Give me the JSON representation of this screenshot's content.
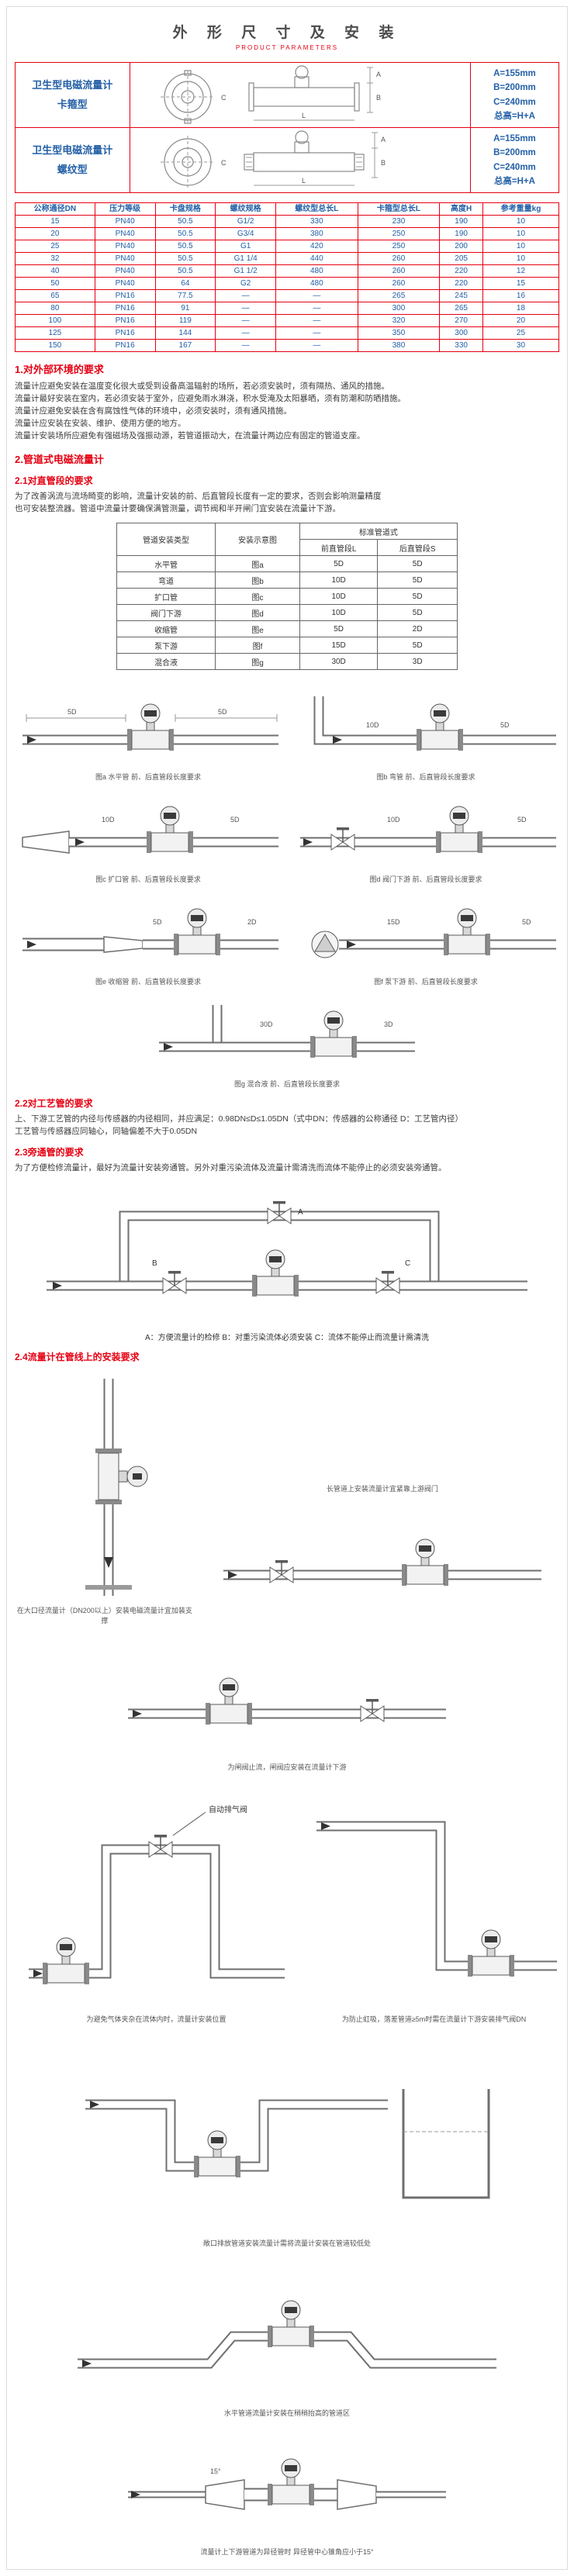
{
  "colors": {
    "accent_red": "#e60012",
    "table_blue": "#2460a7"
  },
  "page": {
    "title": "外 形 尺 寸 及 安 装",
    "subtitle": "PRODUCT PARAMETERS"
  },
  "dim_table": {
    "drawing_labels": [
      "A",
      "B",
      "C",
      "L"
    ],
    "rows": [
      {
        "name": "卫生型电磁流量计",
        "type": "卡箍型",
        "dims": [
          "A=155mm",
          "B=200mm",
          "C=240mm",
          "总高=H+A"
        ]
      },
      {
        "name": "卫生型电磁流量计",
        "type": "螺纹型",
        "dims": [
          "A=155mm",
          "B=200mm",
          "C=240mm",
          "总高=H+A"
        ]
      }
    ]
  },
  "spec_table": {
    "headers": [
      "公称通径DN",
      "压力等级",
      "卡盘规格",
      "螺纹规格",
      "螺纹型总长L",
      "卡箍型总长L",
      "高度H",
      "参考重量kg"
    ],
    "rows": [
      [
        "15",
        "PN40",
        "50.5",
        "G1/2",
        "330",
        "230",
        "190",
        "10"
      ],
      [
        "20",
        "PN40",
        "50.5",
        "G3/4",
        "380",
        "250",
        "190",
        "10"
      ],
      [
        "25",
        "PN40",
        "50.5",
        "G1",
        "420",
        "250",
        "200",
        "10"
      ],
      [
        "32",
        "PN40",
        "50.5",
        "G1 1/4",
        "440",
        "260",
        "205",
        "10"
      ],
      [
        "40",
        "PN40",
        "50.5",
        "G1 1/2",
        "480",
        "260",
        "220",
        "12"
      ],
      [
        "50",
        "PN40",
        "64",
        "G2",
        "480",
        "260",
        "220",
        "15"
      ],
      [
        "65",
        "PN16",
        "77.5",
        "—",
        "—",
        "265",
        "245",
        "16"
      ],
      [
        "80",
        "PN16",
        "91",
        "—",
        "—",
        "300",
        "265",
        "18"
      ],
      [
        "100",
        "PN16",
        "119",
        "—",
        "—",
        "320",
        "270",
        "20"
      ],
      [
        "125",
        "PN16",
        "144",
        "—",
        "—",
        "350",
        "300",
        "25"
      ],
      [
        "150",
        "PN16",
        "167",
        "—",
        "—",
        "380",
        "330",
        "30"
      ]
    ]
  },
  "section1": {
    "heading": "1.对外部环境的要求",
    "paragraphs": [
      "流量计应避免安装在温度变化很大或受到设备高温辐射的场所，若必须安装时，须有隔热、通风的措施。",
      "流量计最好安装在室内，若必须安装于室外，应避免雨水淋浇，积水受淹及太阳暴晒，须有防潮和防晒措施。",
      "流量计应避免安装在含有腐蚀性气体的环境中，必须安装时，须有通风措施。",
      "流量计应安装在安装、维护、使用方便的地方。",
      "流量计安装场所应避免有强磁场及强振动源，若管道振动大，在流量计两边应有固定的管道支座。"
    ]
  },
  "section2": {
    "heading": "2.管道式电磁流量计",
    "s21": {
      "heading": "2.1对直管段的要求",
      "paragraphs": [
        "为了改善涡流与流场畸变的影响，流量计安装的前、后直管段长度有一定的要求，否则会影响测量精度",
        "也可安装整流器。管道中流量计要确保满管测量，调节阀和半开闸门宜安装在流量计下游。"
      ]
    },
    "install_table": {
      "col1": "管道安装类型",
      "col2": "安装示意图",
      "group": "标准管道式",
      "sub1": "前直管段L",
      "sub2": "后直管段S",
      "rows": [
        [
          "水平管",
          "图a",
          "5D",
          "5D"
        ],
        [
          "弯道",
          "图b",
          "10D",
          "5D"
        ],
        [
          "扩口管",
          "图c",
          "10D",
          "5D"
        ],
        [
          "阀门下游",
          "图d",
          "10D",
          "5D"
        ],
        [
          "收缩管",
          "图e",
          "5D",
          "2D"
        ],
        [
          "泵下游",
          "图f",
          "15D",
          "5D"
        ],
        [
          "混合液",
          "图g",
          "30D",
          "3D"
        ]
      ]
    },
    "figures": [
      {
        "id": "a",
        "caption": "图a 水平管  前、后直管段长度要求"
      },
      {
        "id": "b",
        "caption": "图b 弯管  前、后直管段长度要求"
      },
      {
        "id": "c",
        "caption": "图c 扩口管  前、后直管段长度要求"
      },
      {
        "id": "d",
        "caption": "图d 阀门下游  前、后直管段长度要求"
      },
      {
        "id": "e",
        "caption": "图e 收缩管  前、后直管段长度要求"
      },
      {
        "id": "f",
        "caption": "图f 泵下游  前、后直管段长度要求"
      },
      {
        "id": "g",
        "caption": "图g 混合液  前、后直管段长度要求"
      }
    ],
    "s22": {
      "heading": "2.2对工艺管的要求",
      "paragraphs": [
        "上、下游工艺管的内径与传感器的内径相同，并应满足：0.98DN≤D≤1.05DN（式中DN：传感器的公称通径  D：工艺管内径）",
        "工艺管与传感器应同轴心，同轴偏差不大于0.05DN"
      ]
    },
    "s23": {
      "heading": "2.3旁通管的要求",
      "paragraph": "为了方便检修流量计，最好为流量计安装旁通管。另外对重污染流体及流量计需清洗而流体不能停止的必须安装旁通管。",
      "legend": "A：方便流量计的检修    B：对重污染流体必须安装    C：流体不能停止而流量计需清洗",
      "labels": {
        "a": "A",
        "b": "B",
        "c": "C"
      }
    },
    "s24": {
      "heading": "2.4流量计在管线上的安装要求",
      "captions": {
        "large_dn": "在大口径流量计（DN200以上）安装电磁流量计宜加装支撑",
        "long_pipe": "长管道上安装流量计宜紧靠上游阀门",
        "valve_down": "为闸阀止流，闸阀应安装在流量计下游",
        "air_trap": "为避免气体夹杂在流体内时，流量计安装位置",
        "auto_vent": "自动排气阀",
        "siphon": "为防止虹吸，落差管道≥5m时需在流量计下游安装排气阀DN",
        "open_discharge": "敞口排放管道安装流量计需将流量计安装在管道较低处",
        "horizontal_raise": "水平管道流量计安装在稍稍抬高的管道区",
        "reducer": "流量计上下游管道为异径管时 异径管中心锥角应小于15°",
        "angle_label": "15°"
      }
    }
  }
}
